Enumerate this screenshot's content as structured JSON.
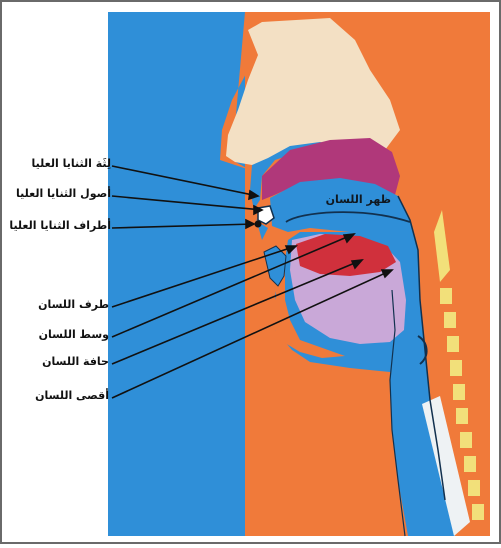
{
  "diagram": {
    "labels": {
      "gums_upper_incisors": "لِثَة الثنايا العليا",
      "roots_upper_incisors": "أصول الثنايا العليا",
      "tips_upper_incisors": "أطراف الثنايا العليا",
      "tongue_tip": "طرف اللسان",
      "tongue_middle": "وسط اللسان",
      "tongue_edge": "حافة اللسان",
      "tongue_back": "أقصى اللسان",
      "tongue_dorsum": "ظهر اللسان"
    },
    "colors": {
      "background": "#2f8fd8",
      "tissue": "#f07a3a",
      "nose": "#f3e0c4",
      "nasal_cavity": "#b0387a",
      "oral_cavity": "#c9a8d8",
      "tongue_red": "#d0303c",
      "vertebrae": "#f2e07a",
      "frame": "#6a6a6a"
    }
  }
}
